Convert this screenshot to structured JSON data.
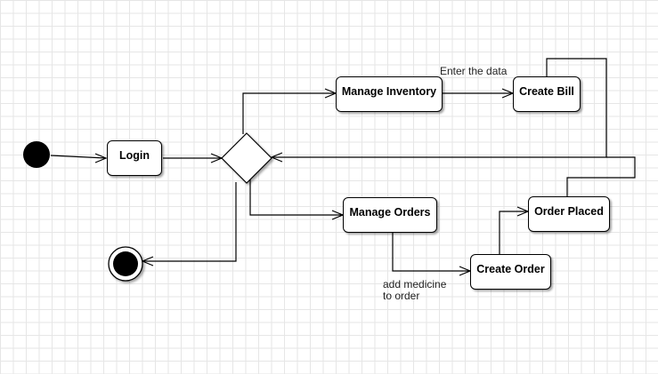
{
  "diagram": {
    "nodes": {
      "login": "Login",
      "manage_inventory": "Manage Inventory",
      "create_bill": "Create Bill",
      "manage_orders": "Manage Orders",
      "create_order": "Create Order",
      "order_placed": "Order Placed"
    },
    "edge_labels": {
      "enter_the_data": "Enter the data",
      "add_medicine_line1": "add medicine",
      "add_medicine_line2": "to order"
    }
  }
}
